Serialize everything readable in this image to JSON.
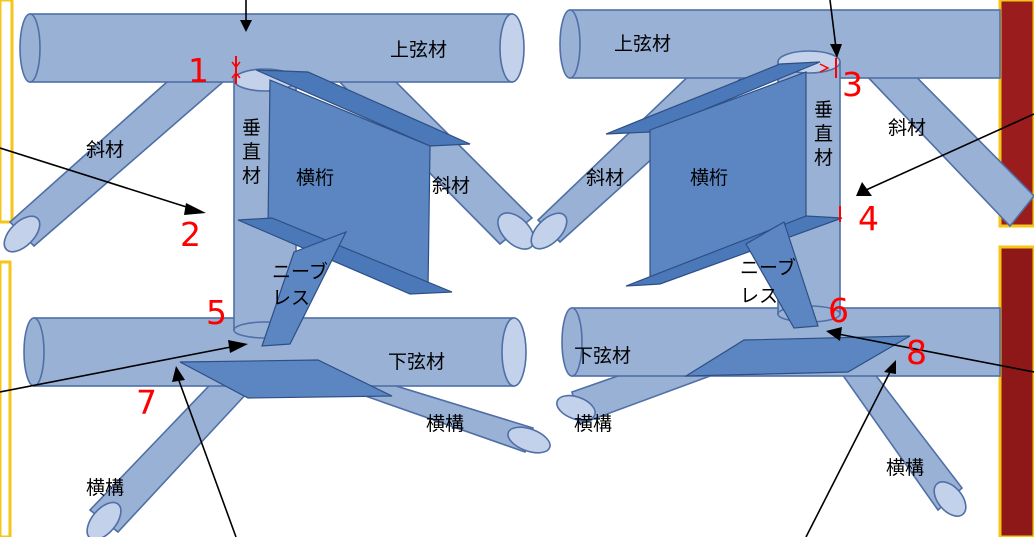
{
  "diagram": {
    "left": {
      "upper_chord": "上弦材",
      "diagonal_left": "斜材",
      "diagonal_right": "斜材",
      "vertical": "垂\n直\n材",
      "cross_girder": "横桁",
      "knee_brace": "ニーブ\nレス",
      "lower_chord": "下弦材",
      "lateral_right": "横構",
      "lateral_left": "横構",
      "numbers": [
        "1",
        "2",
        "5",
        "7"
      ]
    },
    "right": {
      "upper_chord": "上弦材",
      "diagonal_left": "斜材",
      "diagonal_right": "斜材",
      "vertical": "垂\n直\n材",
      "cross_girder": "横桁",
      "knee_brace": "ニーブ\nレス",
      "lower_chord": "下弦材",
      "lateral_left": "横構",
      "lateral_right": "横構",
      "numbers": [
        "3",
        "4",
        "6",
        "8"
      ]
    }
  },
  "colors": {
    "tube": "#9ab1d6",
    "plate": "#4a78b8",
    "marker": "#ff0000",
    "frame": "#f5c518",
    "photo": "#9b1c1c"
  }
}
